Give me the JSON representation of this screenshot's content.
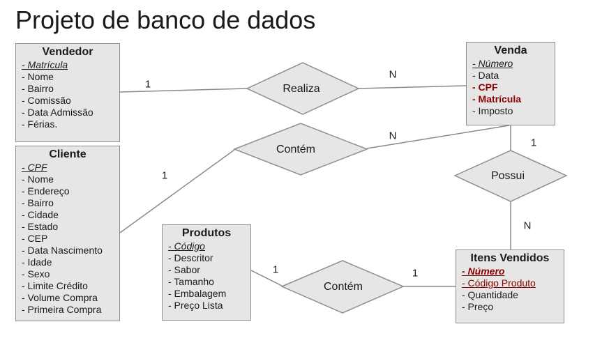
{
  "title": "Projeto de banco de dados",
  "entities": {
    "vendedor": {
      "name": "Vendedor",
      "attributes": [
        "- Matrícula",
        "- Nome",
        "- Bairro",
        "- Comissão",
        "- Data Admissão",
        "- Férias."
      ]
    },
    "cliente": {
      "name": "Cliente",
      "attributes": [
        "- CPF",
        "- Nome",
        "- Endereço",
        "- Bairro",
        "- Cidade",
        "- Estado",
        "- CEP",
        "- Data Nascimento",
        "- Idade",
        "- Sexo",
        "- Limite Crédito",
        "- Volume Compra",
        "- Primeira Compra"
      ]
    },
    "venda": {
      "name": "Venda",
      "attributes": [
        "- Número",
        "- Data",
        "- CPF",
        "- Matrícula",
        "- Imposto"
      ]
    },
    "produtos": {
      "name": "Produtos",
      "attributes": [
        "- Código",
        "- Descritor",
        "- Sabor",
        "- Tamanho",
        "- Embalagem",
        "- Preço Lista"
      ]
    },
    "itens": {
      "name": "Itens Vendidos",
      "attributes": [
        "- Número",
        "- Código Produto",
        "- Quantidade",
        "- Preço"
      ]
    }
  },
  "relationships": {
    "realiza": {
      "label": "Realiza",
      "card_a": "1",
      "card_b": "N"
    },
    "contem_cliente": {
      "label": "Contém",
      "card_a": "1",
      "card_b": "N"
    },
    "possui": {
      "label": "Possui",
      "card_a": "1",
      "card_b": "N"
    },
    "contem_produtos": {
      "label": "Contém",
      "card_a": "1",
      "card_b": "1"
    }
  },
  "colors": {
    "entity_fill": "#e6e6e6",
    "entity_border": "#8e8e8e",
    "relationship_fill": "#e6e6e6",
    "line": "#8a8a8a",
    "foreign_key": "#8b0000"
  }
}
